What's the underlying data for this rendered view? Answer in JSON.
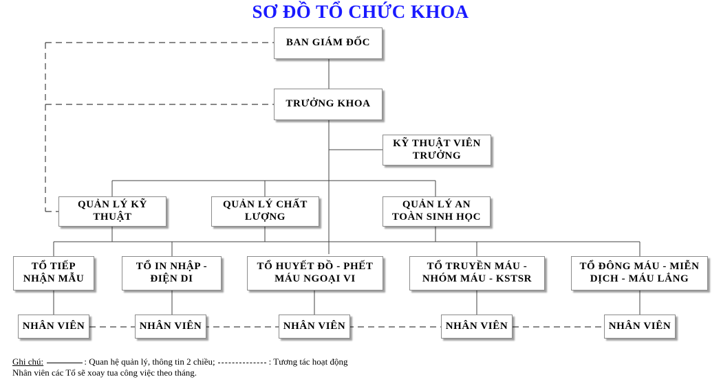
{
  "title": "SƠ ĐỒ TỔ CHỨC KHOA",
  "boxes": {
    "board": "BAN GIÁM ĐỐC",
    "head": "TRƯỞNG KHOA",
    "chief_tech": "KỸ THUẬT VIÊN\nTRƯỞNG",
    "tech_manager": "QUẢN LÝ KỸ\nTHUẬT",
    "quality_manager": "QUẢN LÝ CHẤT\nLƯỢNG",
    "biosafety_manager": "QUẢN LÝ AN\nTOÀN SINH HỌC",
    "team_reception": "TỔ TIẾP\nNHẬN  MẪU",
    "team_printing": "TỔ IN NHẬP -\nĐIỆN DI",
    "team_hematology": "TỔ HUYẾT ĐỒ - PHẾT\nMÁU NGOẠI VI",
    "team_transfusion": "TỔ TRUYỀN MÁU -\nNHÓM MÁU - KSTSR",
    "team_coagulation": "TỔ ĐÔNG MÁU - MIỄN\nDỊCH - MÁU LẮNG"
  },
  "staff": [
    "NHÂN VIÊN",
    "NHÂN VIÊN",
    "NHÂN VIÊN",
    "NHÂN VIÊN",
    "NHÂN VIÊN"
  ],
  "legend": {
    "note_label": "Ghi chú:",
    "solid_text": ": Quan hệ quản lý, thông tin 2 chiều;",
    "dashed_text": ": Tương tác hoạt động",
    "rotation_note": "Nhân viên các Tổ sẽ xoay tua công việc theo tháng."
  }
}
